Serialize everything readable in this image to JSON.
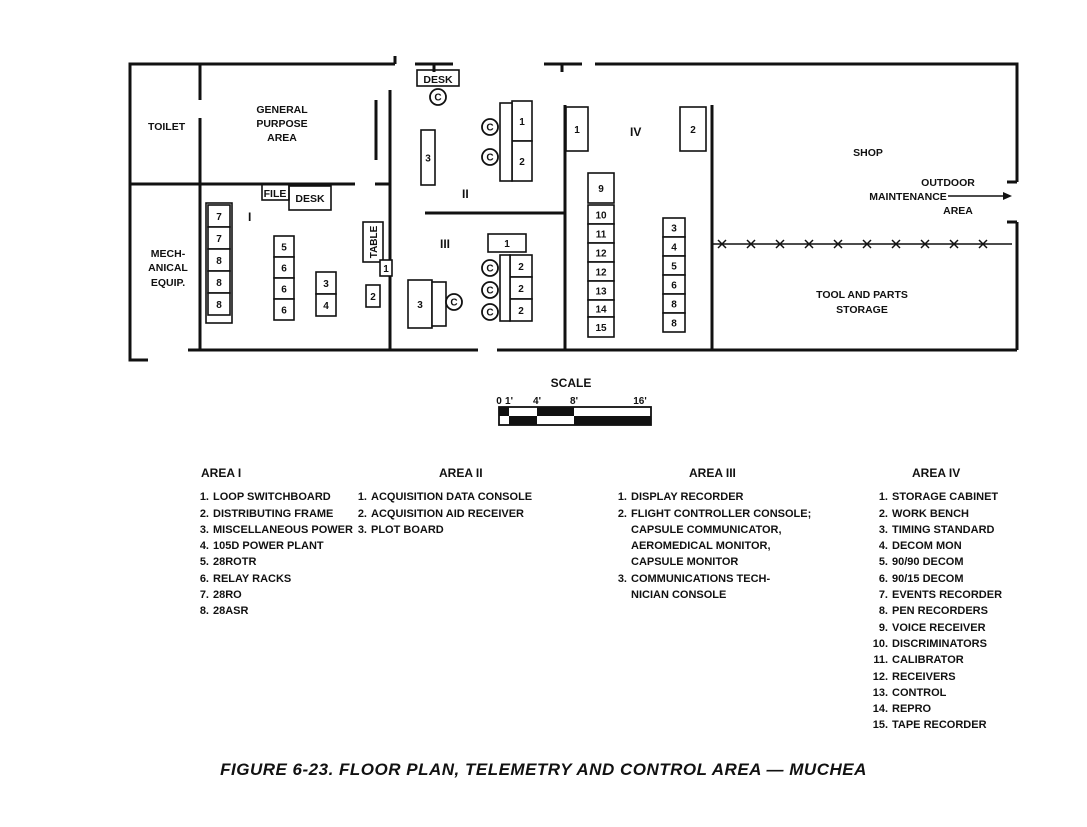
{
  "plan": {
    "rooms": {
      "toilet": "TOILET",
      "general_purpose": [
        "GENERAL",
        "PURPOSE",
        "AREA"
      ],
      "mechanical": [
        "MECH-",
        "ANICAL",
        "EQUIP."
      ],
      "shop": "SHOP",
      "outdoor": [
        "OUTDOOR",
        "MAINTENANCE",
        "AREA"
      ],
      "tool_storage": [
        "TOOL AND PARTS",
        "STORAGE"
      ]
    },
    "area_marks": {
      "one": "I",
      "two": "II",
      "three": "III",
      "four": "IV"
    },
    "furniture": {
      "desk_top": "DESK",
      "file": "FILE",
      "desk_mid": "DESK",
      "table": "TABLE",
      "chair": "C"
    },
    "scale": {
      "title": "SCALE",
      "ticks": [
        "0",
        "1'",
        "4'",
        "8'",
        "16'"
      ]
    },
    "units": {
      "area1": {
        "left_col": [
          "7",
          "7",
          "8",
          "8",
          "8"
        ],
        "col2": [
          "5",
          "6",
          "6",
          "6"
        ],
        "col3": [
          "3",
          "4"
        ],
        "near_table": [
          "1",
          "2"
        ]
      },
      "area2": {
        "console": [
          "1",
          "2"
        ],
        "plot": "3"
      },
      "area3": {
        "recorder": "1",
        "console": [
          "2",
          "2",
          "2"
        ],
        "tech": "3"
      },
      "area4": {
        "cab": "1",
        "bench": "2",
        "rack1": [
          "9",
          "10",
          "11",
          "12",
          "12",
          "13",
          "14",
          "15"
        ],
        "rack2": [
          "3",
          "4",
          "5",
          "6",
          "8",
          "8"
        ]
      }
    }
  },
  "legend": [
    {
      "title": "AREA I",
      "items": [
        {
          "n": "1.",
          "t": "LOOP SWITCHBOARD"
        },
        {
          "n": "2.",
          "t": "DISTRIBUTING FRAME"
        },
        {
          "n": "3.",
          "t": "MISCELLANEOUS POWER"
        },
        {
          "n": "4.",
          "t": "105D POWER PLANT"
        },
        {
          "n": "5.",
          "t": "28ROTR"
        },
        {
          "n": "6.",
          "t": "RELAY RACKS"
        },
        {
          "n": "7.",
          "t": "28RO"
        },
        {
          "n": "8.",
          "t": "28ASR"
        }
      ]
    },
    {
      "title": "AREA II",
      "items": [
        {
          "n": "1.",
          "t": "ACQUISITION DATA CONSOLE"
        },
        {
          "n": "2.",
          "t": "ACQUISITION AID RECEIVER"
        },
        {
          "n": "3.",
          "t": "PLOT BOARD"
        }
      ]
    },
    {
      "title": "AREA III",
      "items": [
        {
          "n": "1.",
          "t": "DISPLAY RECORDER"
        },
        {
          "n": "2.",
          "t": "FLIGHT CONTROLLER CONSOLE;\nCAPSULE COMMUNICATOR,\nAEROMEDICAL MONITOR,\nCAPSULE MONITOR"
        },
        {
          "n": "3.",
          "t": "COMMUNICATIONS TECH-\nNICIAN CONSOLE"
        }
      ]
    },
    {
      "title": "AREA IV",
      "items": [
        {
          "n": "1.",
          "t": "STORAGE CABINET"
        },
        {
          "n": "2.",
          "t": "WORK BENCH"
        },
        {
          "n": "3.",
          "t": "TIMING STANDARD"
        },
        {
          "n": "4.",
          "t": "DECOM MON"
        },
        {
          "n": "5.",
          "t": "90/90 DECOM"
        },
        {
          "n": "6.",
          "t": "90/15 DECOM"
        },
        {
          "n": "7.",
          "t": "EVENTS RECORDER"
        },
        {
          "n": "8.",
          "t": "PEN RECORDERS"
        },
        {
          "n": "9.",
          "t": "VOICE RECEIVER"
        },
        {
          "n": "10.",
          "t": "DISCRIMINATORS"
        },
        {
          "n": "11.",
          "t": "CALIBRATOR"
        },
        {
          "n": "12.",
          "t": "RECEIVERS"
        },
        {
          "n": "13.",
          "t": "CONTROL"
        },
        {
          "n": "14.",
          "t": "REPRO"
        },
        {
          "n": "15.",
          "t": "TAPE RECORDER"
        }
      ]
    }
  ],
  "caption": "FIGURE 6-23. FLOOR PLAN, TELEMETRY AND CONTROL AREA — MUCHEA"
}
